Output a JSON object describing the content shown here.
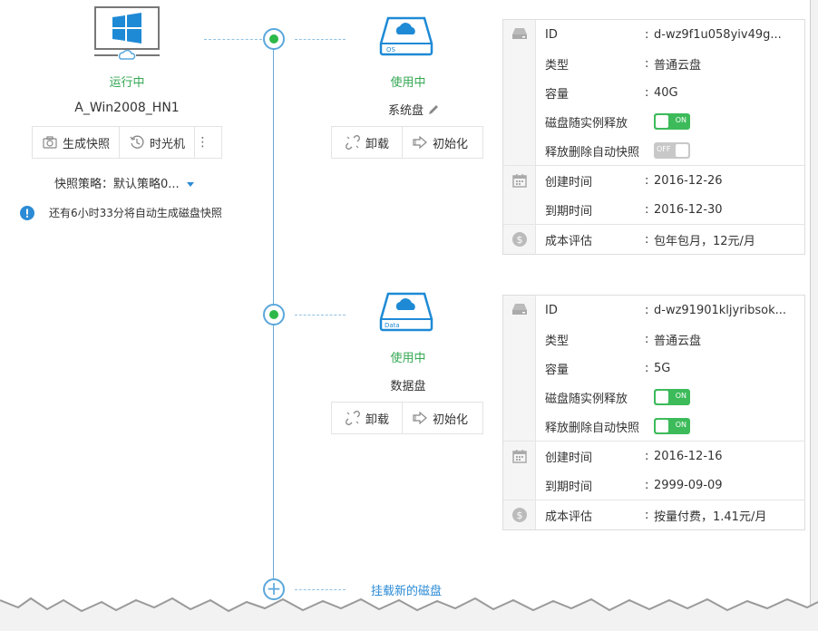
{
  "instance": {
    "status": "运行中",
    "name": "A_Win2008_HN1",
    "actions": {
      "snapshot": "生成快照",
      "timemachine": "时光机"
    },
    "policy_label": "快照策略：",
    "policy_value": "默认策略0...",
    "notice": "还有6小时33分将自动生成磁盘快照"
  },
  "disks": [
    {
      "badge": "OS",
      "status": "使用中",
      "name": "系统盘",
      "actions": {
        "unmount": "卸载",
        "init": "初始化"
      },
      "info": {
        "id_label": "ID",
        "id_value": "d-wz9f1u058yiv49g...",
        "type_label": "类型",
        "type_value": "普通云盘",
        "size_label": "容量",
        "size_value": "40G",
        "release_label": "磁盘随实例释放",
        "release_toggle": "ON",
        "autosnap_label": "释放删除自动快照",
        "autosnap_toggle": "OFF",
        "created_label": "创建时间",
        "created_value": "2016-12-26",
        "expire_label": "到期时间",
        "expire_value": "2016-12-30",
        "cost_label": "成本评估",
        "cost_value": "包年包月，12元/月"
      }
    },
    {
      "badge": "Data",
      "status": "使用中",
      "name": "数据盘",
      "actions": {
        "unmount": "卸载",
        "init": "初始化"
      },
      "info": {
        "id_label": "ID",
        "id_value": "d-wz91901kljyribsok...",
        "type_label": "类型",
        "type_value": "普通云盘",
        "size_label": "容量",
        "size_value": "5G",
        "release_label": "磁盘随实例释放",
        "release_toggle": "ON",
        "autosnap_label": "释放删除自动快照",
        "autosnap_toggle": "ON",
        "created_label": "创建时间",
        "created_value": "2016-12-16",
        "expire_label": "到期时间",
        "expire_value": "2999-09-09",
        "cost_label": "成本评估",
        "cost_value": "按量付费，1.41元/月"
      }
    }
  ],
  "mount_new": "挂载新的磁盘",
  "colors": {
    "accent": "#2b8bd6",
    "running": "#34a853",
    "toggle_on": "#3dbb5a",
    "toggle_off": "#c8c8c8"
  }
}
